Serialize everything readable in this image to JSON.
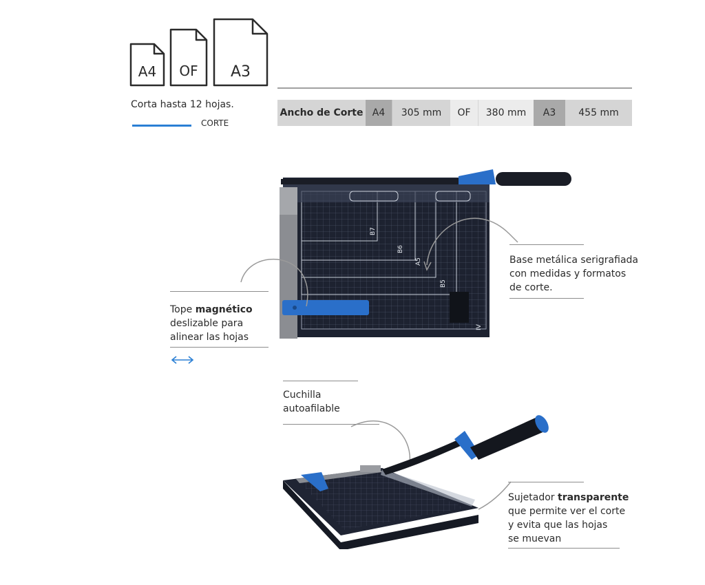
{
  "formats": [
    {
      "label": "A4"
    },
    {
      "label": "OF"
    },
    {
      "label": "A3"
    }
  ],
  "cut_capacity": "Corta hasta 12 hojas.",
  "legend": {
    "label": "CORTE",
    "color": "#2a7fd4"
  },
  "spec_table": {
    "heading": "Ancho de Corte",
    "cells": [
      {
        "format": "A4",
        "width": "305 mm"
      },
      {
        "format": "OF",
        "width": "380 mm"
      },
      {
        "format": "A3",
        "width": "455 mm"
      }
    ]
  },
  "annotations": {
    "magnetic_stop": {
      "prefix": "Tope ",
      "bold": "magnético",
      "line2": "deslizable para",
      "line3": "alinear las hojas"
    },
    "base": {
      "line1": "Base metálica serigrafiada",
      "line2": "con medidas y formatos",
      "line3": "de corte."
    },
    "blade": {
      "line1": "Cuchilla",
      "line2": "autoafilable"
    },
    "holder": {
      "prefix": "Sujetador ",
      "bold": "transparente",
      "line2": "que permite ver el corte",
      "line3": "y evita que las hojas",
      "line4": "se muevan"
    }
  },
  "board_labels": [
    "B7",
    "B6",
    "A5",
    "B5",
    "IV"
  ],
  "colors": {
    "accent_blue": "#2a6fc9",
    "board": "#1d2230",
    "spec_bg": "#d5d5d5",
    "spec_dark": "#a9a9a9"
  }
}
